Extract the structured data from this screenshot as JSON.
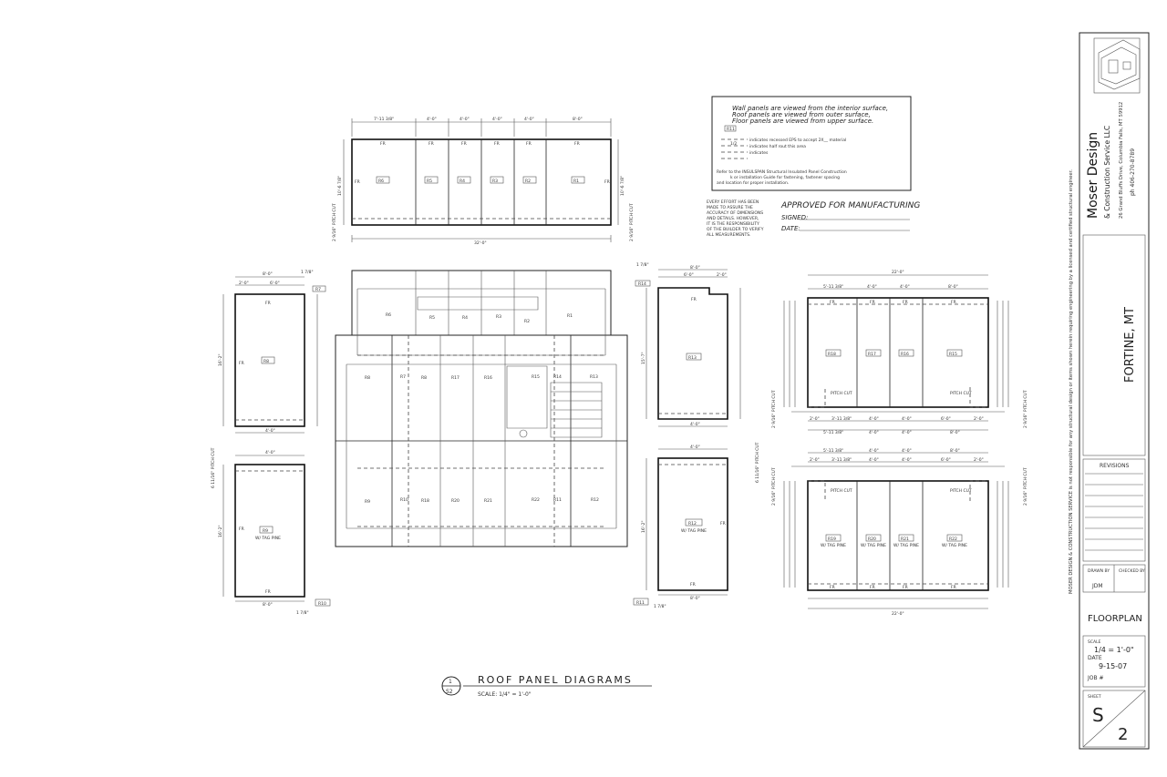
{
  "notes": {
    "lines": [
      "Wall panels are viewed from the interior surface,",
      "Roof panels are viewed from outer surface,",
      "Floor panels are viewed from upper surface."
    ],
    "tag": "R11",
    "legend": [
      "indicates recessed EPS to accept 2X__ material",
      "indicates half rout this area",
      "indicates"
    ],
    "legend_code": "1/2",
    "refer": [
      "Refer to the INSULSPAN Structural Insulated Panel Construction",
      "k or installation Guide for fastening, fastener spacing",
      "and location for proper installation."
    ]
  },
  "disclaimer": [
    "EVERY EFFORT HAS BEEN",
    "MADE TO ASSURE THE",
    "ACCURACY OF DIMENSIONS",
    "AND DETAILS. HOWEVER,",
    "IT IS THE RESPONSIBILITY",
    "OF THE BUILDER TO VERIFY",
    "ALL MEASUREMENTS."
  ],
  "approval": {
    "title": "APPROVED FOR MANUFACTURING",
    "signed": "SIGNED:",
    "date": "DATE:"
  },
  "title_block": {
    "company": "Moser Design",
    "company_sub": "& Construction Service LLC",
    "address": "26 Grand Bluffs Drive, Columbia Falls, MT 59912",
    "phone": "ph 406-270-8789",
    "project": "FORTINE, MT",
    "revisions": "REVISIONS",
    "drawn_by_label": "DRAWN BY",
    "checked_by_label": "CHECKED BY",
    "drawn_by": "JDM",
    "sheet_title": "FLOORPLAN",
    "scale_label": "SCALE",
    "scale": "1/4 = 1'-0\"",
    "date_label": "DATE",
    "date": "9-15-07",
    "job_label": "JOB #",
    "sheet_label": "SHEET",
    "sheet": "S",
    "sheet_num": "2",
    "side_note": "MOSER DESIGN & CONSTRUCTION SERVICE is not responsible for any structural design or items shown herein requiring engineering by a licensed and certified structural engineer."
  },
  "drawing_title": {
    "title": "ROOF PANEL DIAGRAMS",
    "scale": "SCALE: 1/4\" = 1'-0\"",
    "num": "1",
    "sheet_ref": "S2"
  },
  "top_panel": {
    "dims": [
      "7'-11 3/8\"",
      "4'-0\"",
      "4'-0\"",
      "4'-0\"",
      "4'-0\"",
      "8'-0\""
    ],
    "overall": "32'-0\"",
    "labels": [
      "R6",
      "R5",
      "R4",
      "R3",
      "R2",
      "R1"
    ],
    "side_dim": "10'-6 7/8\"",
    "pitch": "2 9/16\" PITCH CUT"
  },
  "plan_labels": [
    "R6",
    "R5",
    "R4",
    "R3",
    "R2",
    "R1",
    "R8",
    "R7",
    "R8",
    "R17",
    "R16",
    "R15",
    "R14",
    "R13",
    "R9",
    "R10",
    "R18",
    "R20",
    "R21",
    "R22",
    "R11",
    "R12"
  ],
  "left_panels": {
    "top": {
      "width": "8'-0\"",
      "sub": [
        "2'-0\"",
        "6'-0\""
      ],
      "label": "R8",
      "tag": "R7",
      "height": "16'-2\"",
      "bottom": "4'-0\"",
      "trim": "1 7/8\""
    },
    "bottom": {
      "width": "4'-0\"",
      "label": "R9",
      "note": "W/ TAG PINE",
      "height": "16'-2\"",
      "bottom": "8'-0\"",
      "tag": "R10",
      "trim": "1 7/8\""
    },
    "pitch": "6 11/16\" PITCH CUT"
  },
  "middle_panels": {
    "top": {
      "width": "8'-0\"",
      "sub": [
        "6'-0\"",
        "2'-0\""
      ],
      "label": "R13",
      "tag": "R14",
      "height": "15'-7\"",
      "bottom": "4'-0\"",
      "trim": "1 7/8\""
    },
    "bottom": {
      "width": "4'-0\"",
      "label": "R12",
      "note": "W/ TAG PINE",
      "height": "16'-2\"",
      "bottom": "8'-0\"",
      "tag": "R11",
      "trim": "1 7/8\""
    },
    "pitch": "6 11/16\" PITCH CUT"
  },
  "right_panels": {
    "top": {
      "overall": "22'-0\"",
      "dims": [
        "5'-11 3/8\"",
        "4'-0\"",
        "4'-0\"",
        "8'-0\""
      ],
      "labels": [
        "R18",
        "R17",
        "R16",
        "R15"
      ],
      "bottom_dims": [
        "2'-0\"",
        "3'-11 3/8\"",
        "4'-0\"",
        "4'-0\"",
        "6'-0\"",
        "2'-0\""
      ],
      "bottom2": [
        "5'-11 3/8\"",
        "4'-0\"",
        "4'-0\"",
        "8'-0\""
      ],
      "cut": "PITCH CUT"
    },
    "bottom": {
      "overall": "22'-0\"",
      "dims": [
        "5'-11 3/8\"",
        "4'-0\"",
        "4'-0\"",
        "8'-0\""
      ],
      "top_dims": [
        "2'-0\"",
        "3'-11 3/8\"",
        "4'-0\"",
        "4'-0\"",
        "6'-0\"",
        "2'-0\""
      ],
      "labels": [
        "R19",
        "R20",
        "R21",
        "R22"
      ],
      "note": "W/ TAG PINE",
      "cut": "PITCH CUT"
    },
    "pitch": "2 9/16\" PITCH CUT"
  },
  "fr": "FR",
  "colors": {
    "line": "#222222",
    "paper": "#ffffff"
  }
}
